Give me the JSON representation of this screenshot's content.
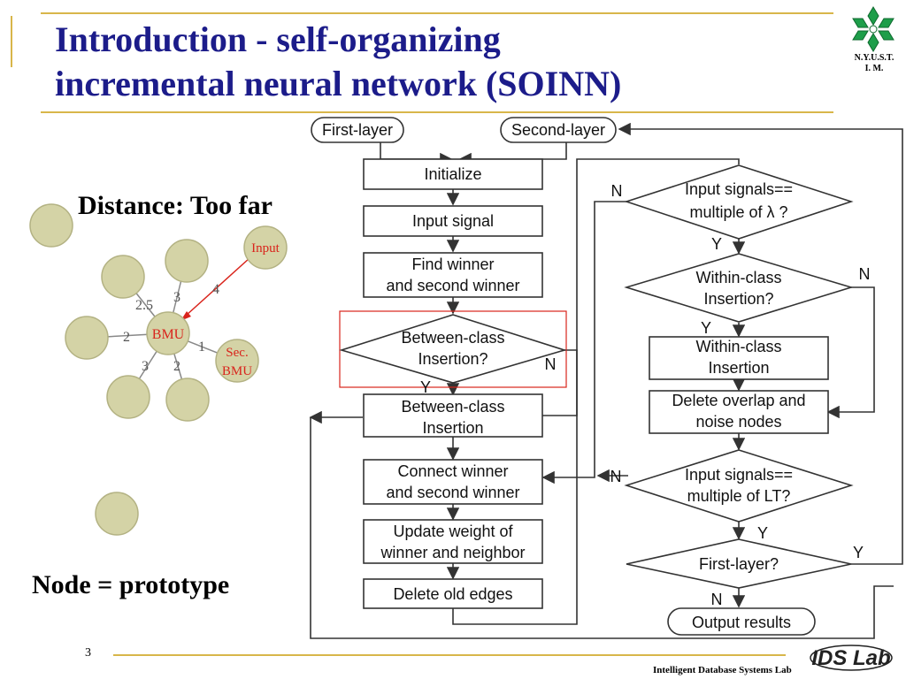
{
  "slide": {
    "title_line1": "Introduction - self-organizing",
    "title_line2": "incremental neural network (SOINN)",
    "logo_caption_line1": "N.Y.U.S.T.",
    "logo_caption_line2": "I. M.",
    "page_number": "3",
    "footer": "Intelligent Database Systems Lab",
    "lab_logo_text": "IDS Lab",
    "accent_color": "#1c1c8a",
    "rule_color": "#d8b64a"
  },
  "network": {
    "distance_label": "Distance: Too far",
    "node_label": "Node = prototype",
    "input_label": "Input",
    "bmu_label": "BMU",
    "sec_bmu_line1": "Sec.",
    "sec_bmu_line2": "BMU",
    "edge_labels": [
      "2.5",
      "3",
      "4",
      "2",
      "1",
      "3",
      "2"
    ],
    "node_color": "#d4d3a6",
    "highlight_color": "#d9241c"
  },
  "flowchart": {
    "first_layer": "First-layer",
    "second_layer": "Second-layer",
    "initialize": "Initialize",
    "input_signal": "Input signal",
    "find_winner_1": "Find winner",
    "find_winner_2": "and second winner",
    "between_q_1": "Between-class",
    "between_q_2": "Insertion?",
    "between_ins_1": "Between-class",
    "between_ins_2": "Insertion",
    "connect_1": "Connect winner",
    "connect_2": "and second winner",
    "update_1": "Update weight of",
    "update_2": "winner and neighbor",
    "delete_edges": "Delete old edges",
    "lambda_q_1": "Input signals==",
    "lambda_q_2": "multiple of λ ?",
    "within_q_1": "Within-class",
    "within_q_2": "Insertion?",
    "within_ins_1": "Within-class",
    "within_ins_2": "Insertion",
    "delete_overlap_1": "Delete overlap and",
    "delete_overlap_2": "noise nodes",
    "lt_q_1": "Input signals==",
    "lt_q_2": "multiple of LT?",
    "first_layer_q": "First-layer?",
    "output": "Output results",
    "yes": "Y",
    "no": "N"
  }
}
